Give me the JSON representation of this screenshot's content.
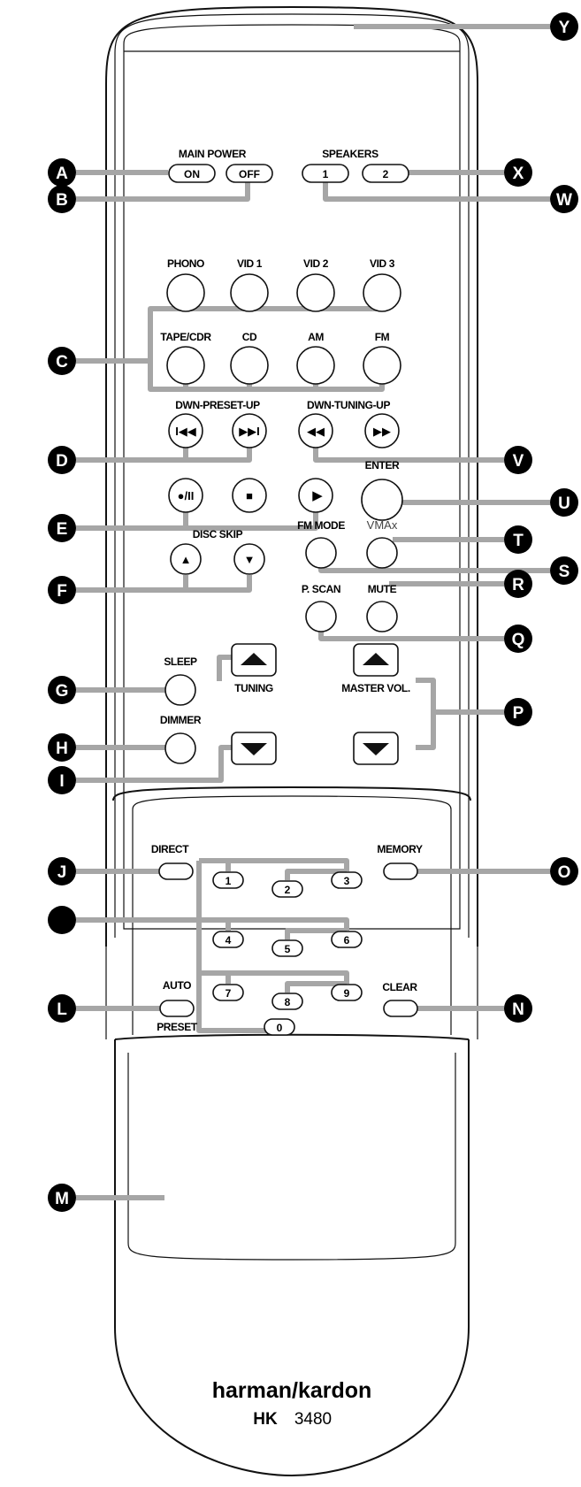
{
  "labels": {
    "main_power": "MAIN POWER",
    "on": "ON",
    "off": "OFF",
    "speakers": "SPEAKERS",
    "spk1": "1",
    "spk2": "2",
    "phono": "PHONO",
    "vid1": "VID 1",
    "vid2": "VID 2",
    "vid3": "VID 3",
    "tape_cdr": "TAPE/CDR",
    "cd": "CD",
    "am": "AM",
    "fm": "FM",
    "dwn_preset_up": "DWN-PRESET-UP",
    "dwn_tuning_up": "DWN-TUNING-UP",
    "enter": "ENTER",
    "disc_skip": "DISC SKIP",
    "fm_mode": "FM MODE",
    "vmax": "VMAx",
    "p_scan": "P. SCAN",
    "mute": "MUTE",
    "sleep": "SLEEP",
    "dimmer": "DIMMER",
    "tuning": "TUNING",
    "master_vol": "MASTER VOL.",
    "direct": "DIRECT",
    "memory": "MEMORY",
    "auto": "AUTO",
    "preset": "PRESET",
    "clear": "CLEAR",
    "num1": "1",
    "num2": "2",
    "num3": "3",
    "num4": "4",
    "num5": "5",
    "num6": "6",
    "num7": "7",
    "num8": "8",
    "num9": "9",
    "num0": "0"
  },
  "glyphs": {
    "prev": "I◀◀",
    "next": "▶▶I",
    "rew": "◀◀",
    "ff": "▶▶",
    "rec_pause": "●/II",
    "stop": "■",
    "play": "▶",
    "up": "▲",
    "down": "▼"
  },
  "brand": {
    "name": "harman/kardon",
    "model_prefix": "HK",
    "model_number": "3480"
  },
  "callouts": {
    "A": "A",
    "B": "B",
    "C": "C",
    "D": "D",
    "E": "E",
    "F": "F",
    "G": "G",
    "H": "H",
    "I": "I",
    "J": "J",
    "L": "L",
    "M": "M",
    "N": "N",
    "O": "O",
    "P": "P",
    "Q": "Q",
    "R": "R",
    "S": "S",
    "T": "T",
    "U": "U",
    "V": "V",
    "W": "W",
    "X": "X",
    "Y": "Y"
  },
  "colors": {
    "callout": "#000000",
    "leader": "#a6a6a6",
    "outline": "#111111"
  }
}
